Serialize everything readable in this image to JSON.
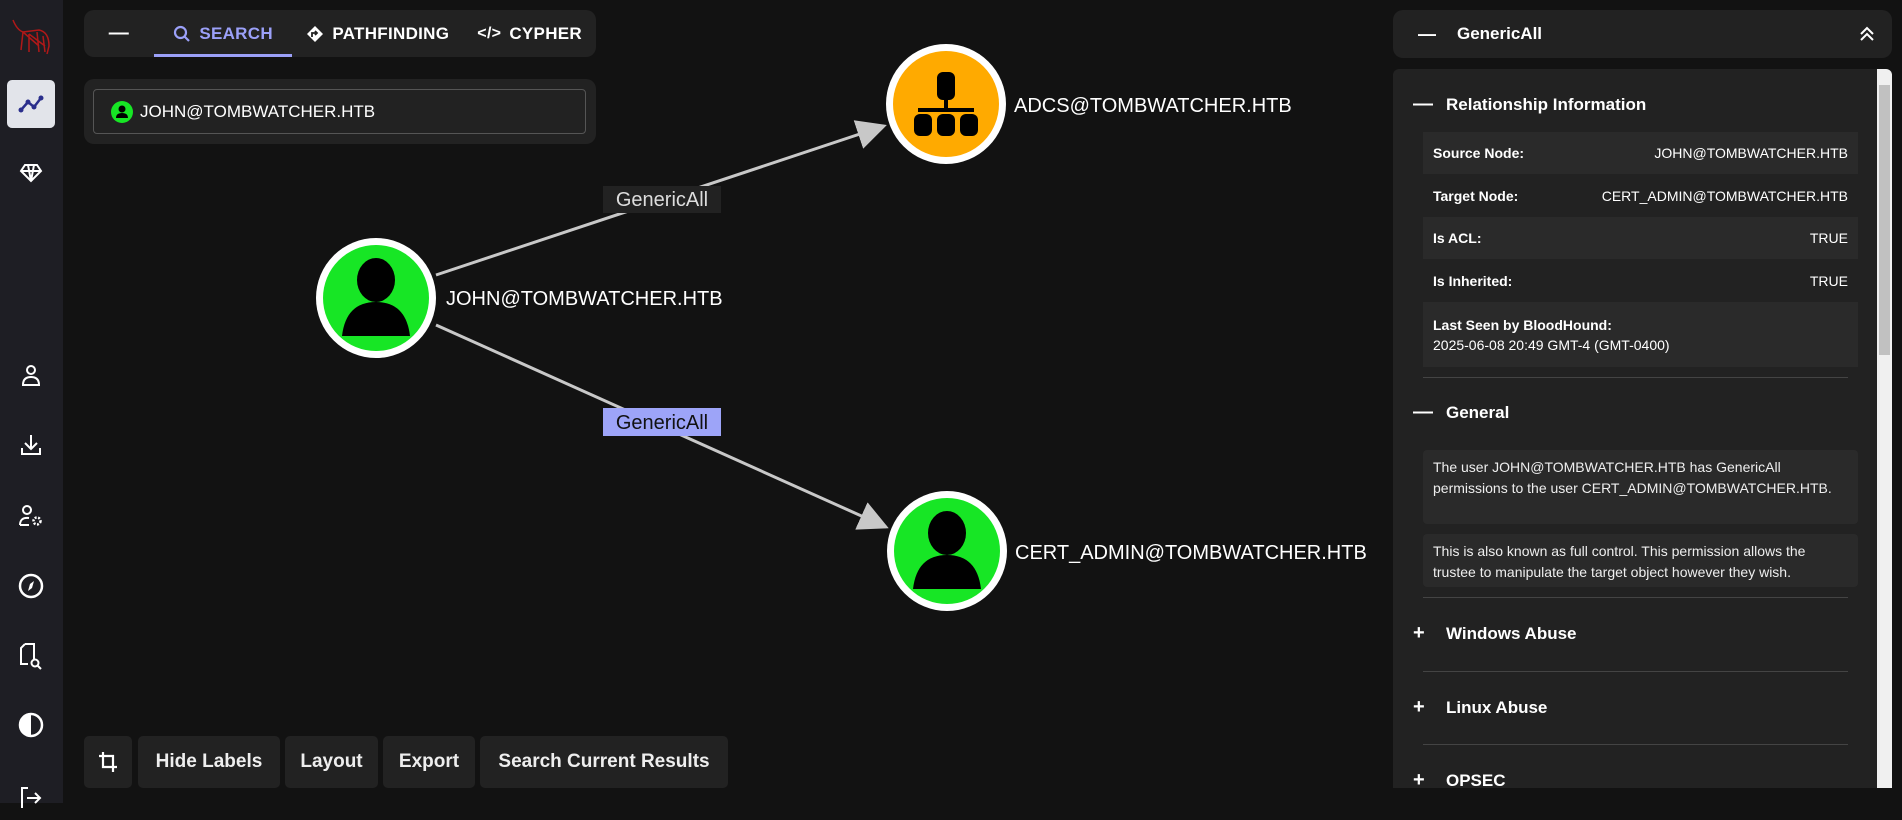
{
  "tabs": {
    "collapse": "—",
    "search": "SEARCH",
    "pathfinding": "PATHFINDING",
    "cypher": "CYPHER"
  },
  "search": {
    "value": "JOHN@TOMBWATCHER.HTB"
  },
  "graph": {
    "nodes": [
      {
        "label": "JOHN@TOMBWATCHER.HTB",
        "type": "user",
        "color": "#17e625"
      },
      {
        "label": "ADCS@TOMBWATCHER.HTB",
        "type": "group",
        "color": "#ffaa00"
      },
      {
        "label": "CERT_ADMIN@TOMBWATCHER.HTB",
        "type": "user",
        "color": "#17e625"
      }
    ],
    "edges": [
      {
        "label": "GenericAll",
        "from": "JOHN@TOMBWATCHER.HTB",
        "to": "ADCS@TOMBWATCHER.HTB",
        "selected": false
      },
      {
        "label": "GenericAll",
        "from": "JOHN@TOMBWATCHER.HTB",
        "to": "CERT_ADMIN@TOMBWATCHER.HTB",
        "selected": true
      }
    ],
    "selected_color": "#9da4f8"
  },
  "toolbar": {
    "hide_labels": "Hide Labels",
    "layout": "Layout",
    "export": "Export",
    "search_current": "Search Current Results"
  },
  "details": {
    "title": "GenericAll",
    "collapse": "—",
    "rel_info": {
      "heading": "Relationship Information",
      "rows": [
        {
          "label": "Source Node:",
          "value": "JOHN@TOMBWATCHER.HTB"
        },
        {
          "label": "Target Node:",
          "value": "CERT_ADMIN@TOMBWATCHER.HTB"
        },
        {
          "label": "Is ACL:",
          "value": "TRUE"
        },
        {
          "label": "Is Inherited:",
          "value": "TRUE"
        },
        {
          "label": "Last Seen by BloodHound:",
          "value": "2025-06-08 20:49 GMT-4 (GMT-0400)"
        }
      ]
    },
    "general": {
      "heading": "General",
      "p1": "The user JOHN@TOMBWATCHER.HTB has GenericAll permissions to the user CERT_ADMIN@TOMBWATCHER.HTB.",
      "p2": "This is also known as full control. This permission allows the trustee to manipulate the target object however they wish."
    },
    "sections": [
      "Windows Abuse",
      "Linux Abuse",
      "OPSEC"
    ],
    "minus": "—",
    "plus": "+"
  }
}
